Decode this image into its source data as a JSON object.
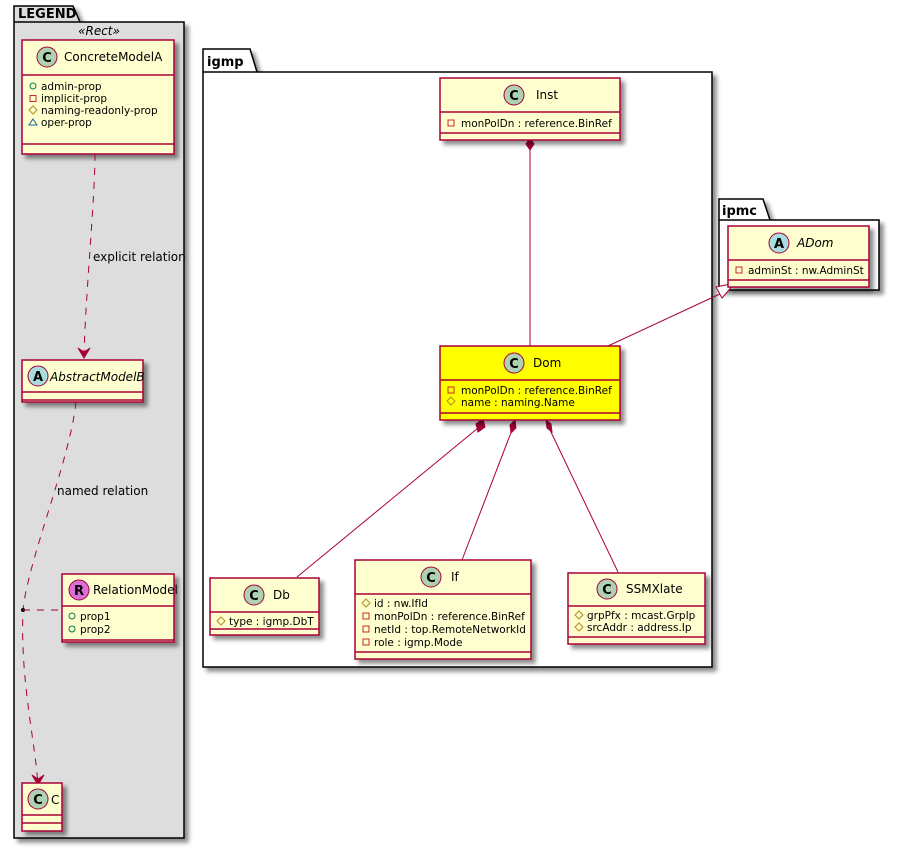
{
  "colors": {
    "class_fill": "#FEFECE",
    "class_border": "#A80036",
    "highlight_fill": "#FFFF00",
    "legend_fill": "#DDDDDD",
    "package_fill": "#FFFFFF",
    "spot_class": "#ADD1B2",
    "spot_abstract": "#A9DCDF",
    "spot_relation": "#DA70D6",
    "vis_public": "#038048",
    "vis_private": "#C82930",
    "vis_protected": "#B38D22",
    "vis_package": "#1963A0"
  },
  "legend": {
    "title": "LEGEND",
    "stereotype": "«Rect»",
    "concrete": {
      "spot": "C",
      "name": "ConcreteModelA",
      "attrs": [
        {
          "vis": "public",
          "text": "admin-prop"
        },
        {
          "vis": "private",
          "text": "implicit-prop"
        },
        {
          "vis": "protected",
          "text": "naming-readonly-prop"
        },
        {
          "vis": "package",
          "text": "oper-prop"
        }
      ]
    },
    "abstract": {
      "spot": "A",
      "name": "AbstractModelB"
    },
    "relation_model": {
      "spot": "R",
      "name": "RelationModel",
      "attrs": [
        {
          "vis": "public",
          "text": "prop1"
        },
        {
          "vis": "public",
          "text": "prop2"
        }
      ]
    },
    "c": {
      "spot": "C",
      "name": "C"
    },
    "explicit_relation_label": "explicit relation",
    "named_relation_label": "named relation"
  },
  "packages": {
    "igmp": {
      "title": "igmp",
      "inst": {
        "spot": "C",
        "name": "Inst",
        "attrs": [
          {
            "vis": "private",
            "text": "monPolDn : reference.BinRef"
          }
        ]
      },
      "dom": {
        "spot": "C",
        "name": "Dom",
        "attrs": [
          {
            "vis": "private",
            "text": "monPolDn : reference.BinRef"
          },
          {
            "vis": "protected",
            "text": "name : naming.Name"
          }
        ]
      },
      "db": {
        "spot": "C",
        "name": "Db",
        "attrs": [
          {
            "vis": "protected",
            "text": "type : igmp.DbT"
          }
        ]
      },
      "if": {
        "spot": "C",
        "name": "If",
        "attrs": [
          {
            "vis": "protected",
            "text": "id : nw.IfId"
          },
          {
            "vis": "private",
            "text": "monPolDn : reference.BinRef"
          },
          {
            "vis": "private",
            "text": "netId : top.RemoteNetworkId"
          },
          {
            "vis": "private",
            "text": "role : igmp.Mode"
          }
        ]
      },
      "ssmxlate": {
        "spot": "C",
        "name": "SSMXlate",
        "attrs": [
          {
            "vis": "protected",
            "text": "grpPfx : mcast.GrpIp"
          },
          {
            "vis": "protected",
            "text": "srcAddr : address.Ip"
          }
        ]
      }
    },
    "ipmc": {
      "title": "ipmc",
      "adom": {
        "spot": "A",
        "name": "ADom",
        "attrs": [
          {
            "vis": "private",
            "text": "adminSt : nw.AdminSt"
          }
        ]
      }
    }
  }
}
